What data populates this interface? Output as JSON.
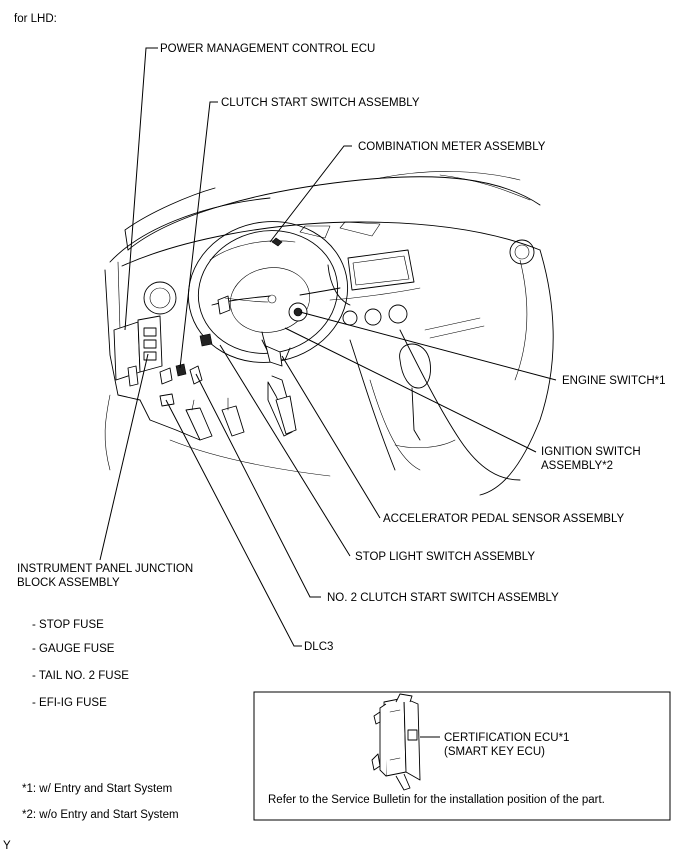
{
  "header": "for LHD:",
  "labels": {
    "power_management_ecu": "POWER MANAGEMENT CONTROL ECU",
    "clutch_start_switch": "CLUTCH START SWITCH ASSEMBLY",
    "combination_meter": "COMBINATION METER ASSEMBLY",
    "engine_switch": "ENGINE SWITCH*1",
    "ignition_switch_line1": "IGNITION SWITCH",
    "ignition_switch_line2": "ASSEMBLY*2",
    "accelerator_pedal_sensor": "ACCELERATOR PEDAL SENSOR ASSEMBLY",
    "stop_light_switch": "STOP LIGHT SWITCH ASSEMBLY",
    "no2_clutch_start_switch": "NO. 2 CLUTCH START SWITCH ASSEMBLY",
    "dlc3": "DLC3",
    "junction_block_line1": "INSTRUMENT PANEL JUNCTION",
    "junction_block_line2": "BLOCK ASSEMBLY"
  },
  "fuses": [
    "- STOP FUSE",
    "- GAUGE FUSE",
    "- TAIL NO. 2 FUSE",
    "- EFI-IG FUSE"
  ],
  "footnotes": [
    "*1: w/ Entry and Start System",
    "*2: w/o Entry and Start System"
  ],
  "inset": {
    "label_line1": "CERTIFICATION ECU*1",
    "label_line2": "(SMART KEY ECU)",
    "note": "Refer to the Service Bulletin for the installation position of the part."
  },
  "corner_mark": "Y"
}
